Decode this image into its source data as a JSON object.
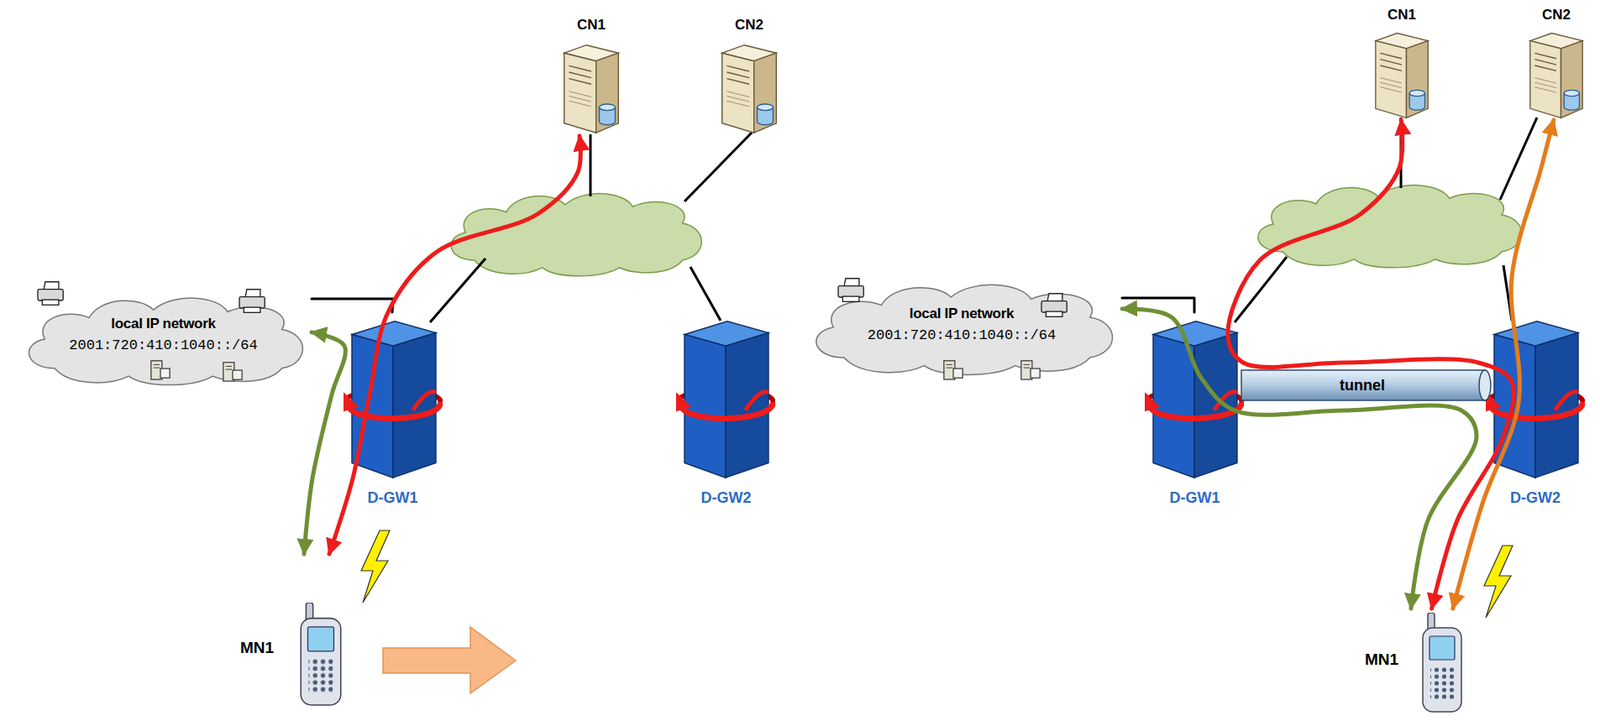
{
  "diagram": {
    "nodes": [
      {
        "text": [
          "CN1"
        ]
      },
      {
        "text": [
          "CN2"
        ]
      },
      {
        "text": [
          "local IP network",
          "2001:720:410:1040::/64"
        ]
      },
      {
        "text": [
          "D-GW1"
        ]
      },
      {
        "text": [
          "D-GW2"
        ]
      },
      {
        "text": [
          "MN1"
        ]
      },
      {
        "text": [
          "CN1"
        ]
      },
      {
        "text": [
          "CN2"
        ]
      },
      {
        "text": [
          "local IP network",
          "2001:720:410:1040::/64"
        ]
      },
      {
        "text": [
          "tunnel"
        ]
      },
      {
        "text": [
          "D-GW1"
        ]
      },
      {
        "text": [
          "D-GW2"
        ]
      },
      {
        "text": [
          "MN1"
        ]
      }
    ],
    "edges": [
      {
        "from": 2,
        "to": 3,
        "arrow": "none"
      },
      {
        "from": 5,
        "to": 0,
        "arrow": "both"
      },
      {
        "from": 5,
        "to": 2,
        "arrow": "both"
      },
      {
        "from": 8,
        "to": 10,
        "arrow": "none"
      },
      {
        "from": 12,
        "to": 6,
        "arrow": "both"
      },
      {
        "from": 12,
        "to": 8,
        "arrow": "both"
      },
      {
        "from": 12,
        "to": 7,
        "arrow": "both"
      }
    ]
  }
}
